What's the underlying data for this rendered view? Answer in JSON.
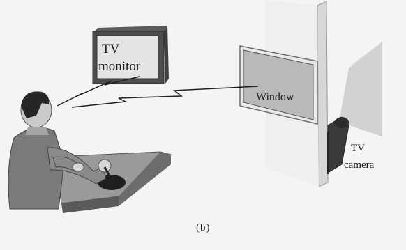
{
  "monitor": {
    "label_line1": "TV",
    "label_line2": "monitor"
  },
  "window": {
    "label": "Window"
  },
  "camera": {
    "label_line1": "TV",
    "label_line2": "camera"
  },
  "caption": "(b)"
}
